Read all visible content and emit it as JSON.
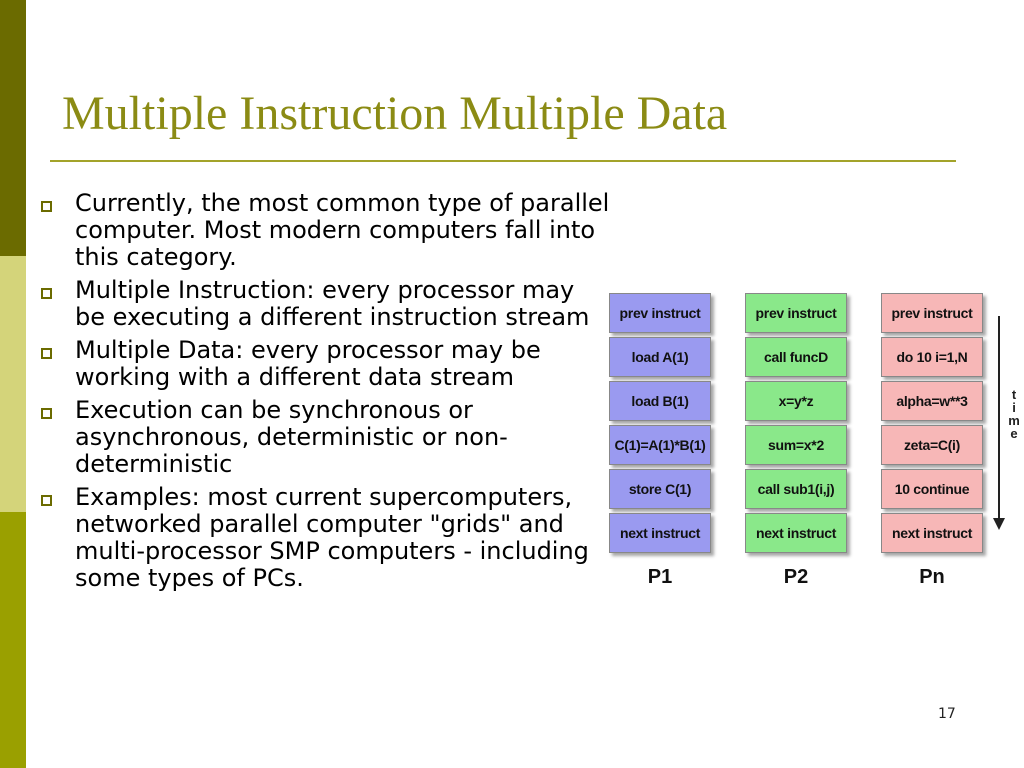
{
  "colors": {
    "sidebar_top": "#6b6b00",
    "sidebar_mid": "#d4d47a",
    "sidebar_bottom": "#9aa000",
    "title": "#8b8b14",
    "rule": "#a3a32a",
    "bullet_marker": "#6b6b00",
    "p1_fill": "#9a9af0",
    "p2_fill": "#8ae88a",
    "pn_fill": "#f7b7b7"
  },
  "slide": {
    "title": "Multiple Instruction Multiple Data",
    "page_number": "17"
  },
  "bullets": [
    "Currently, the most common type of parallel computer. Most modern computers fall into this category.",
    "Multiple Instruction: every processor may be executing a different instruction stream",
    "Multiple Data: every processor may be working with a different data stream",
    "Execution can be synchronous or asynchronous, deterministic or non-deterministic",
    "Examples: most current supercomputers, networked parallel computer \"grids\" and multi-processor SMP computers - including some types of PCs."
  ],
  "diagram": {
    "time_label": "time",
    "processors": [
      {
        "label": "P1",
        "color_key": "p1_fill",
        "instructions": [
          "prev instruct",
          "load A(1)",
          "load B(1)",
          "C(1)=A(1)*B(1)",
          "store C(1)",
          "next instruct"
        ]
      },
      {
        "label": "P2",
        "color_key": "p2_fill",
        "instructions": [
          "prev instruct",
          "call funcD",
          "x=y*z",
          "sum=x*2",
          "call sub1(i,j)",
          "next instruct"
        ]
      },
      {
        "label": "Pn",
        "color_key": "pn_fill",
        "instructions": [
          "prev instruct",
          "do 10 i=1,N",
          "alpha=w**3",
          "zeta=C(i)",
          "10 continue",
          "next instruct"
        ]
      }
    ]
  }
}
